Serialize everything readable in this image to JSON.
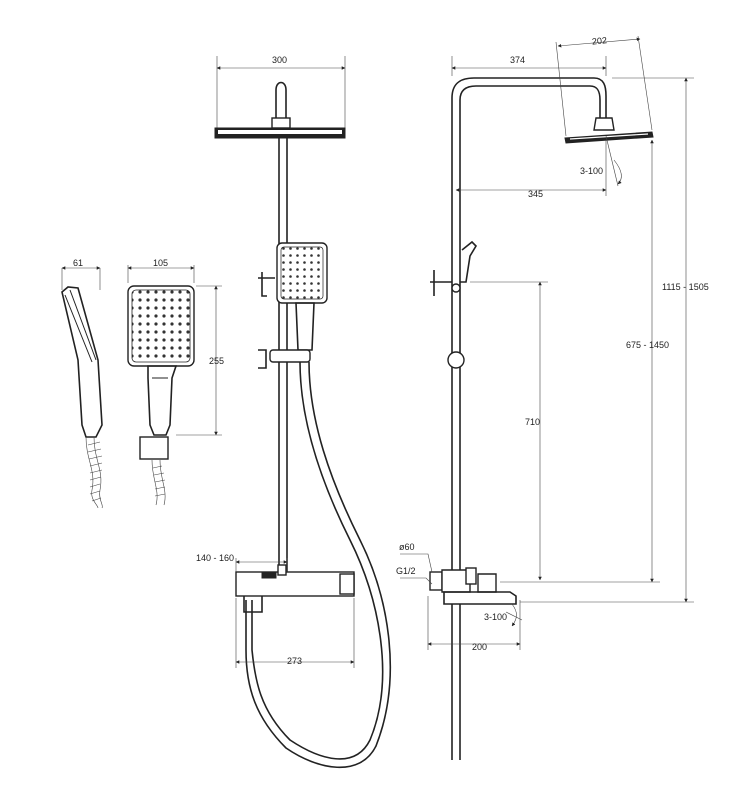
{
  "drawing": {
    "title": "",
    "dimensions": {
      "handshower_side_width": "61",
      "handshower_front_width": "105",
      "handshower_height": "255",
      "front_head_width": "300",
      "front_mixer_distance": "140 - 160",
      "front_mixer_width": "273",
      "side_arm_length": "374",
      "side_head_width": "202",
      "side_head_tilt": "3-100",
      "side_arm_offset": "345",
      "side_total_height": "1115 - 1505",
      "side_adjust_height": "675 - 1450",
      "side_holder_height": "710",
      "side_connection_diameter": "ø60",
      "side_thread": "G1/2",
      "side_spout_tilt": "3-100",
      "side_spout_length": "200"
    }
  }
}
